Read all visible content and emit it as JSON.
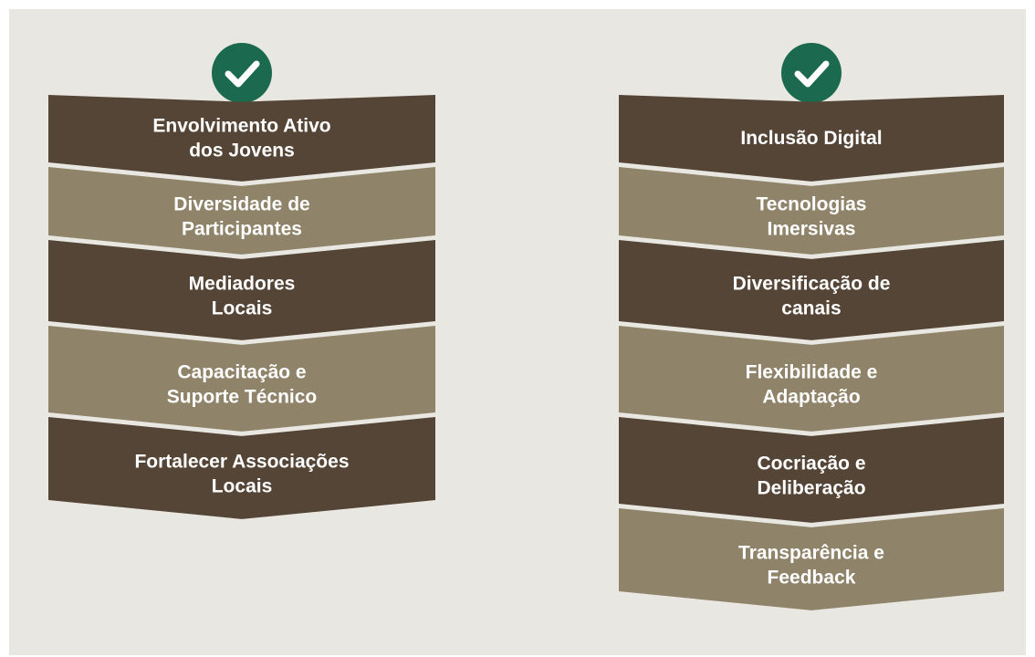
{
  "diagram": {
    "colors": {
      "background": "#e9e7e1",
      "dark": "#554536",
      "light": "#8f836a",
      "check": "#1b6a4f"
    },
    "columns": [
      {
        "icon": "check-circle-icon",
        "steps": [
          {
            "lines": [
              "Envolvimento Ativo",
              "dos Jovens"
            ],
            "tone": "dark"
          },
          {
            "lines": [
              "Diversidade de",
              "Participantes"
            ],
            "tone": "light"
          },
          {
            "lines": [
              "Mediadores",
              "Locais"
            ],
            "tone": "dark"
          },
          {
            "lines": [
              "Capacitação e",
              "Suporte Técnico"
            ],
            "tone": "light"
          },
          {
            "lines": [
              "Fortalecer Associações",
              "Locais"
            ],
            "tone": "dark"
          }
        ]
      },
      {
        "icon": "check-circle-icon",
        "steps": [
          {
            "lines": [
              "Inclusão Digital"
            ],
            "tone": "dark"
          },
          {
            "lines": [
              "Tecnologias",
              "Imersivas"
            ],
            "tone": "light"
          },
          {
            "lines": [
              "Diversificação de",
              "canais"
            ],
            "tone": "dark"
          },
          {
            "lines": [
              "Flexibilidade e",
              "Adaptação"
            ],
            "tone": "light"
          },
          {
            "lines": [
              "Cocriação e",
              "Deliberação"
            ],
            "tone": "dark"
          },
          {
            "lines": [
              "Transparência e",
              "Feedback"
            ],
            "tone": "light"
          }
        ]
      }
    ]
  }
}
